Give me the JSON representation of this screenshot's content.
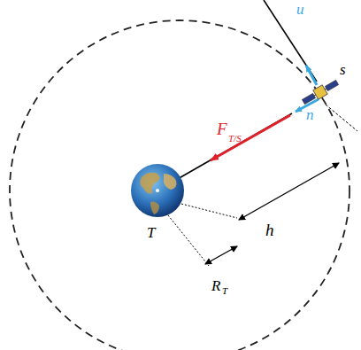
{
  "diagram": {
    "labels": [
      "u⃗",
      "n⃗",
      "s",
      "F⃗",
      "T/S",
      "h",
      "T",
      "R",
      "T"
    ]
  }
}
